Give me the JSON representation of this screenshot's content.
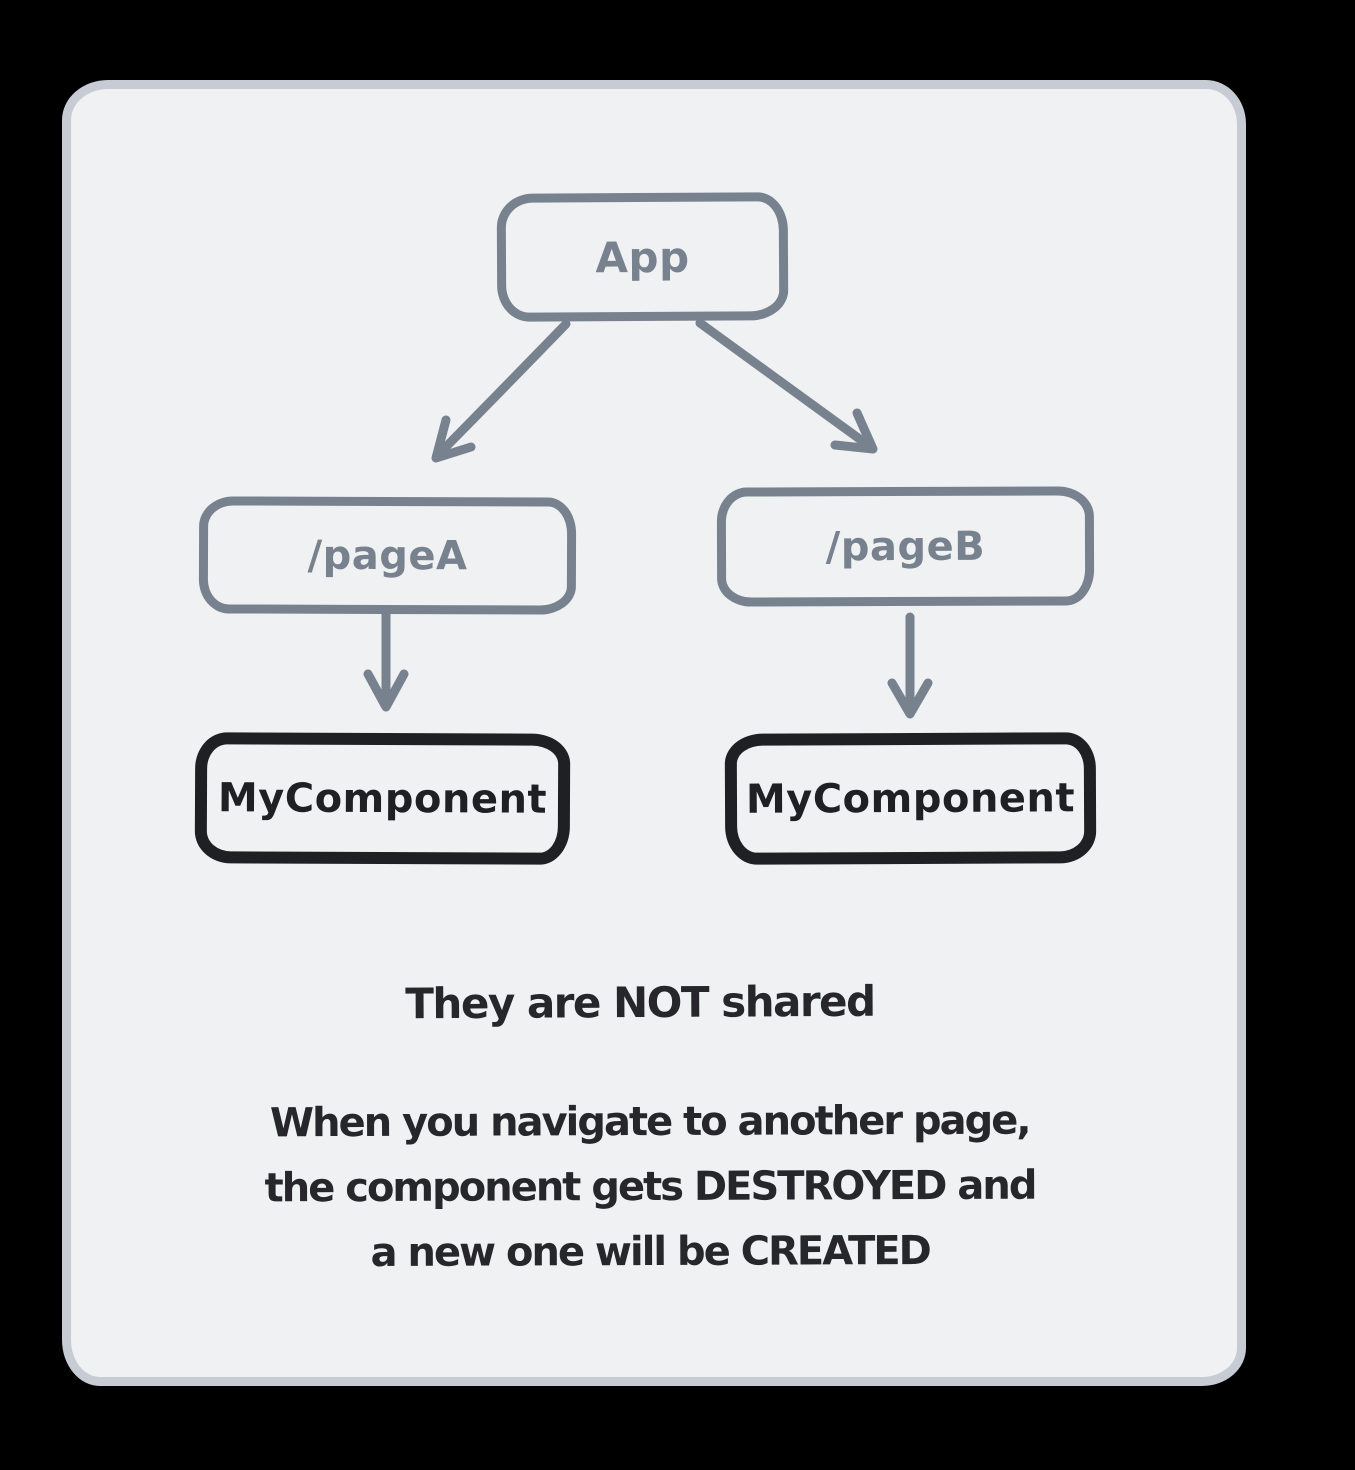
{
  "colors": {
    "page_background": "#000000",
    "card_background": "#EFF1F3",
    "card_border": "#C7CCD4",
    "slate_stroke": "#78828F",
    "dark_stroke": "#1F2023",
    "text_ink": "#26262B"
  },
  "nodes": {
    "app": {
      "label": "App"
    },
    "page_a": {
      "label": "/pageA"
    },
    "page_b": {
      "label": "/pageB"
    },
    "component_a": {
      "label": "MyComponent"
    },
    "component_b": {
      "label": "MyComponent"
    }
  },
  "captions": {
    "not_shared": "They are NOT shared",
    "explanation_line1": "When you navigate to another page,",
    "explanation_line2": "the component gets DESTROYED and",
    "explanation_line3": "a new one will be CREATED"
  }
}
